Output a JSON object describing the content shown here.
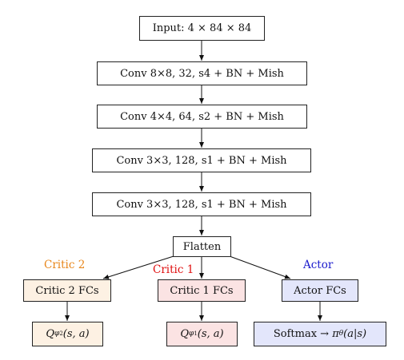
{
  "nodes": {
    "input": "Input: 4 × 84 × 84",
    "conv1": "Conv 8×8, 32, s4 + BN + Mish",
    "conv2": "Conv 4×4, 64, s2 + BN + Mish",
    "conv3": "Conv 3×3, 128, s1 + BN + Mish",
    "conv4": "Conv 3×3, 128, s1 + BN + Mish",
    "flatten": "Flatten",
    "critic2_fcs": "Critic 2 FCs",
    "critic1_fcs": "Critic 1 FCs",
    "actor_fcs": "Actor FCs",
    "q2_out": {
      "base": "Q",
      "sub_var": "φ",
      "sub_idx": "2",
      "args": "(s, a)"
    },
    "q1_out": {
      "base": "Q",
      "sub_var": "φ",
      "sub_idx": "1",
      "args": "(s, a)"
    },
    "policy_out": {
      "prefix": "Softmax → ",
      "pi": "π",
      "pi_sub": "θ",
      "args": "(a|s)"
    }
  },
  "branch_labels": {
    "critic2": "Critic 2",
    "critic1": "Critic 1",
    "actor": "Actor"
  },
  "colors": {
    "critic2_label": "#e8861a",
    "critic1_label": "#e01010",
    "actor_label": "#1a1acc",
    "critic2_fill": "#fdf1e3",
    "critic1_fill": "#fbe3e3",
    "actor_fill": "#e3e6fb",
    "border": "#222222",
    "arrow": "#111111"
  }
}
